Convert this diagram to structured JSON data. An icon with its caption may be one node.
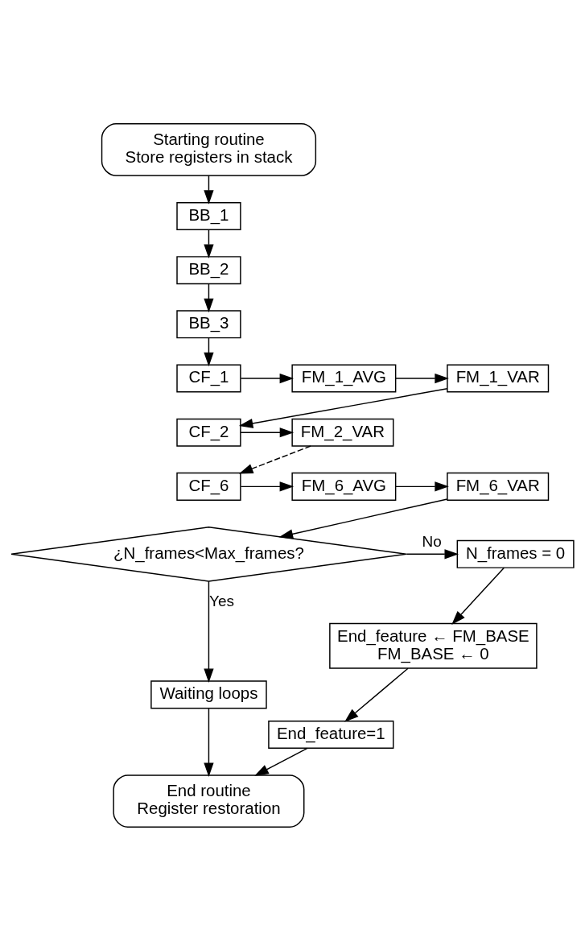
{
  "diagram": {
    "nodes": [
      {
        "text": [
          "Starting routine",
          "Store registers in stack"
        ]
      },
      {
        "text": [
          "BB_1"
        ]
      },
      {
        "text": [
          "BB_2"
        ]
      },
      {
        "text": [
          "BB_3"
        ]
      },
      {
        "text": [
          "CF_1"
        ]
      },
      {
        "text": [
          "FM_1_AVG"
        ]
      },
      {
        "text": [
          "FM_1_VAR"
        ]
      },
      {
        "text": [
          "CF_2"
        ]
      },
      {
        "text": [
          "FM_2_VAR"
        ]
      },
      {
        "text": [
          "CF_6"
        ]
      },
      {
        "text": [
          "FM_6_AVG"
        ]
      },
      {
        "text": [
          "FM_6_VAR"
        ]
      },
      {
        "text": [
          "¿N_frames<Max_frames?"
        ]
      },
      {
        "text": [
          "N_frames = 0"
        ]
      },
      {
        "text": [
          "End_feature ← FM_BASE",
          "FM_BASE ← 0"
        ]
      },
      {
        "text": [
          "End_feature=1"
        ]
      },
      {
        "text": [
          "Waiting loops"
        ]
      },
      {
        "text": [
          "End routine",
          "Register restoration"
        ]
      }
    ],
    "edges": [
      {
        "from": 0,
        "to": 1,
        "arrow": "to"
      },
      {
        "from": 1,
        "to": 2,
        "arrow": "to"
      },
      {
        "from": 2,
        "to": 3,
        "arrow": "to"
      },
      {
        "from": 3,
        "to": 4,
        "arrow": "to"
      },
      {
        "from": 4,
        "to": 5,
        "arrow": "to"
      },
      {
        "from": 5,
        "to": 6,
        "arrow": "to"
      },
      {
        "from": 6,
        "to": 7,
        "arrow": "to"
      },
      {
        "from": 7,
        "to": 8,
        "arrow": "to"
      },
      {
        "from": 8,
        "to": 9,
        "arrow": "to",
        "style": "dashed"
      },
      {
        "from": 9,
        "to": 10,
        "arrow": "to"
      },
      {
        "from": 10,
        "to": 11,
        "arrow": "to"
      },
      {
        "from": 11,
        "to": 12,
        "arrow": "to"
      },
      {
        "from": 12,
        "to": 13,
        "arrow": "to",
        "label": "No"
      },
      {
        "from": 13,
        "to": 14,
        "arrow": "to"
      },
      {
        "from": 14,
        "to": 15,
        "arrow": "to"
      },
      {
        "from": 12,
        "to": 16,
        "arrow": "to",
        "label": "Yes"
      },
      {
        "from": 16,
        "to": 17,
        "arrow": "to"
      },
      {
        "from": 15,
        "to": 17,
        "arrow": "to"
      }
    ]
  }
}
